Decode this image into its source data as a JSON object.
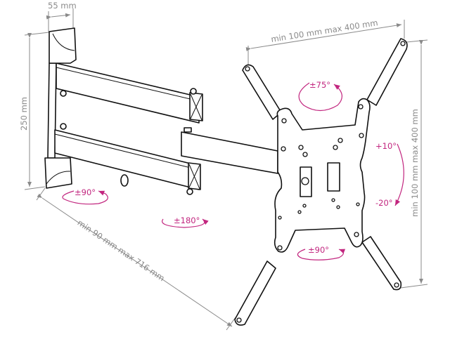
{
  "dimensions": {
    "wall_plate_depth": "55 mm",
    "wall_plate_height": "250 mm",
    "vesa_horizontal": "min 100 mm max 400 mm",
    "vesa_vertical": "min 100 mm max 400 mm",
    "arm_extension": "min 90 mm max 716 mm"
  },
  "angles": {
    "wall_swivel": "±90°",
    "arm_swivel": "±180°",
    "rotation": "±75°",
    "tilt_up": "+10°",
    "tilt_down": "-20°",
    "plate_swivel": "±90°"
  },
  "colors": {
    "dimension": "#8a8a8a",
    "angle": "#c2267f",
    "outline": "#111111"
  }
}
